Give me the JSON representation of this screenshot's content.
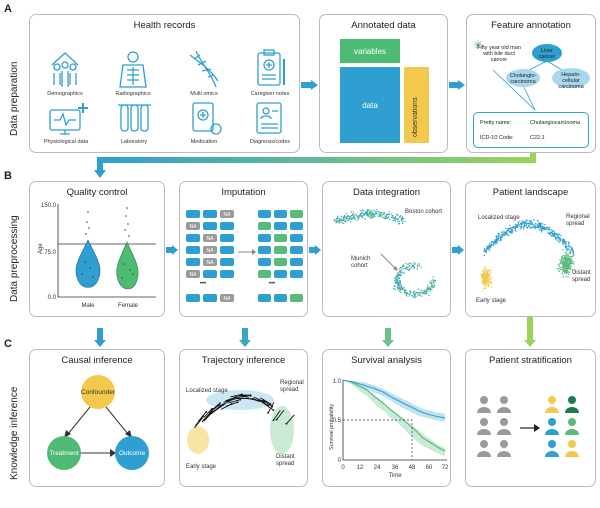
{
  "sections": [
    {
      "letter": "A",
      "label": "Data preparation"
    },
    {
      "letter": "B",
      "label": "Data preprocessing"
    },
    {
      "letter": "C",
      "label": "Knowledge inference"
    }
  ],
  "panels": {
    "health_records": {
      "title": "Health records",
      "items": [
        "Demographics",
        "Radiographics",
        "Multi omics",
        "Caregiver notes",
        "Physiological data",
        "Laboratory",
        "Medication",
        "Diagnosis/codes"
      ]
    },
    "annotated_data": {
      "title": "Annotated data",
      "variables": "variables",
      "data": "data",
      "observations": "observations"
    },
    "feature_annotation": {
      "title": "Feature annotation",
      "note": "Fifty year old man with bile duct cancer",
      "bubble_top": "Liver cancer",
      "bubble_left": "Cholangio-carcinoma",
      "bubble_right": "Hepato-cellular carcinoma",
      "pretty_label": "Pretty name:",
      "pretty_value": "Cholangiocarcinoma",
      "icd_label": "ICD-10 Code:",
      "icd_value": "C22.1"
    },
    "quality_control": {
      "title": "Quality control",
      "ylabel": "Age",
      "yticks": [
        "150.0",
        "75.0",
        "0.0"
      ],
      "xticks": [
        "Male",
        "Female"
      ]
    },
    "imputation": {
      "title": "Imputation",
      "na": "NA",
      "dots": "•••"
    },
    "data_integration": {
      "title": "Data integration",
      "boston": "Boston cohort",
      "munich": "Munich cohort"
    },
    "patient_landscape": {
      "title": "Patient landscape",
      "localized": "Localized stage",
      "regional": "Regional spread",
      "distant": "Distant spread",
      "early": "Early stage"
    },
    "causal_inference": {
      "title": "Causal inference",
      "confounder": "Confounder",
      "treatment": "Treatment",
      "outcome": "Outcome"
    },
    "trajectory_inference": {
      "title": "Trajectory inference",
      "localized": "Localized stage",
      "regional": "Regional spread",
      "distant": "Distant spread",
      "early": "Early stage"
    },
    "survival_analysis": {
      "title": "Survival analysis",
      "ylabel": "Survival probability",
      "xlabel": "Time",
      "yticks": [
        "1.0",
        "0.5",
        "0"
      ],
      "xticks": [
        "0",
        "12",
        "24",
        "36",
        "48",
        "60",
        "72"
      ]
    },
    "patient_stratification": {
      "title": "Patient stratification"
    }
  },
  "colors": {
    "teal": "#2e9fd0",
    "green": "#59bb7a",
    "yellow": "#f2c94c",
    "darkgreen": "#1f7a4d",
    "gray": "#9a9a9a"
  }
}
